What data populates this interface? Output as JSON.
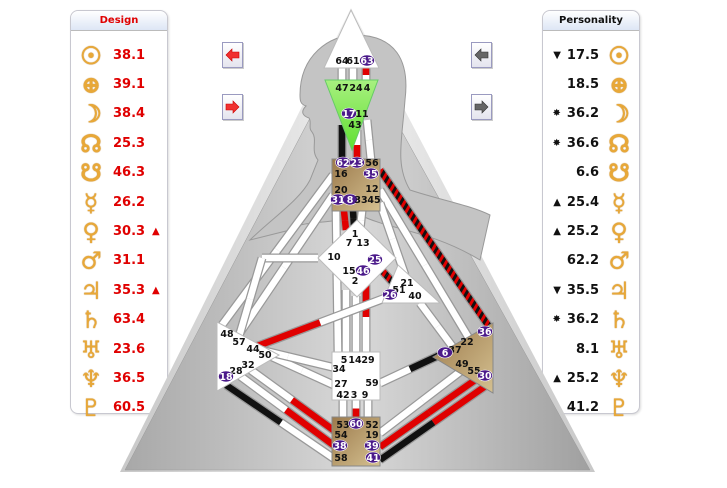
{
  "design": {
    "title": "Design",
    "rows": [
      {
        "planet": "sun",
        "symbol": "☉",
        "value": "38.1",
        "mark": ""
      },
      {
        "planet": "earth",
        "symbol": "⊕",
        "value": "39.1",
        "mark": ""
      },
      {
        "planet": "moon",
        "symbol": "☽",
        "value": "38.4",
        "mark": ""
      },
      {
        "planet": "north-node",
        "symbol": "☊",
        "value": "25.3",
        "mark": ""
      },
      {
        "planet": "south-node",
        "symbol": "☋",
        "value": "46.3",
        "mark": ""
      },
      {
        "planet": "mercury",
        "symbol": "☿",
        "value": "26.2",
        "mark": ""
      },
      {
        "planet": "venus",
        "symbol": "♀",
        "value": "30.3",
        "mark": "▲"
      },
      {
        "planet": "mars",
        "symbol": "♂",
        "value": "31.1",
        "mark": ""
      },
      {
        "planet": "jupiter",
        "symbol": "♃",
        "value": "35.3",
        "mark": "▲"
      },
      {
        "planet": "saturn",
        "symbol": "♄",
        "value": "63.4",
        "mark": ""
      },
      {
        "planet": "uranus",
        "symbol": "♅",
        "value": "23.6",
        "mark": ""
      },
      {
        "planet": "neptune",
        "symbol": "♆",
        "value": "36.5",
        "mark": ""
      },
      {
        "planet": "pluto",
        "symbol": "♇",
        "value": "60.5",
        "mark": ""
      }
    ]
  },
  "personality": {
    "title": "Personality",
    "rows": [
      {
        "planet": "sun",
        "symbol": "☉",
        "value": "17.5",
        "mark": "▼"
      },
      {
        "planet": "earth",
        "symbol": "⊕",
        "value": "18.5",
        "mark": ""
      },
      {
        "planet": "moon",
        "symbol": "☽",
        "value": "36.2",
        "mark": "✸"
      },
      {
        "planet": "north-node",
        "symbol": "☊",
        "value": "36.6",
        "mark": "✸"
      },
      {
        "planet": "south-node",
        "symbol": "☋",
        "value": "6.6",
        "mark": ""
      },
      {
        "planet": "mercury",
        "symbol": "☿",
        "value": "25.4",
        "mark": "▲"
      },
      {
        "planet": "venus",
        "symbol": "♀",
        "value": "25.2",
        "mark": "▲"
      },
      {
        "planet": "mars",
        "symbol": "♂",
        "value": "62.2",
        "mark": ""
      },
      {
        "planet": "jupiter",
        "symbol": "♃",
        "value": "35.5",
        "mark": "▼"
      },
      {
        "planet": "saturn",
        "symbol": "♄",
        "value": "36.2",
        "mark": "✸"
      },
      {
        "planet": "uranus",
        "symbol": "♅",
        "value": "8.1",
        "mark": ""
      },
      {
        "planet": "neptune",
        "symbol": "♆",
        "value": "25.2",
        "mark": "▲"
      },
      {
        "planet": "pluto",
        "symbol": "♇",
        "value": "41.2",
        "mark": ""
      }
    ]
  },
  "colors": {
    "design": "#e00000",
    "personality": "#111111",
    "activated_gate": "#4b1a8a",
    "defined_center": "#b89a6a",
    "ajna": "#8ee65a"
  },
  "gates": [
    {
      "n": "64",
      "on": false
    },
    {
      "n": "61",
      "on": false
    },
    {
      "n": "63",
      "on": true
    },
    {
      "n": "47",
      "on": false
    },
    {
      "n": "24",
      "on": false
    },
    {
      "n": "4",
      "on": false
    },
    {
      "n": "17",
      "on": true
    },
    {
      "n": "11",
      "on": false
    },
    {
      "n": "43",
      "on": false
    },
    {
      "n": "62",
      "on": true
    },
    {
      "n": "23",
      "on": true
    },
    {
      "n": "56",
      "on": false
    },
    {
      "n": "16",
      "on": false
    },
    {
      "n": "35",
      "on": true
    },
    {
      "n": "20",
      "on": false
    },
    {
      "n": "12",
      "on": false
    },
    {
      "n": "31",
      "on": true
    },
    {
      "n": "8",
      "on": true
    },
    {
      "n": "33",
      "on": false
    },
    {
      "n": "45",
      "on": false
    },
    {
      "n": "1",
      "on": false
    },
    {
      "n": "7",
      "on": false
    },
    {
      "n": "13",
      "on": false
    },
    {
      "n": "10",
      "on": false
    },
    {
      "n": "25",
      "on": true
    },
    {
      "n": "15",
      "on": false
    },
    {
      "n": "46",
      "on": true
    },
    {
      "n": "2",
      "on": false
    },
    {
      "n": "21",
      "on": false
    },
    {
      "n": "51",
      "on": false
    },
    {
      "n": "26",
      "on": true
    },
    {
      "n": "40",
      "on": false
    },
    {
      "n": "48",
      "on": false
    },
    {
      "n": "57",
      "on": false
    },
    {
      "n": "44",
      "on": false
    },
    {
      "n": "50",
      "on": false
    },
    {
      "n": "32",
      "on": false
    },
    {
      "n": "28",
      "on": false
    },
    {
      "n": "18",
      "on": true
    },
    {
      "n": "5",
      "on": false
    },
    {
      "n": "14",
      "on": false
    },
    {
      "n": "29",
      "on": false
    },
    {
      "n": "34",
      "on": false
    },
    {
      "n": "27",
      "on": false
    },
    {
      "n": "59",
      "on": false
    },
    {
      "n": "42",
      "on": false
    },
    {
      "n": "3",
      "on": false
    },
    {
      "n": "9",
      "on": false
    },
    {
      "n": "36",
      "on": true
    },
    {
      "n": "22",
      "on": false
    },
    {
      "n": "37",
      "on": false
    },
    {
      "n": "6",
      "on": true
    },
    {
      "n": "49",
      "on": false
    },
    {
      "n": "55",
      "on": false
    },
    {
      "n": "30",
      "on": true
    },
    {
      "n": "53",
      "on": false
    },
    {
      "n": "60",
      "on": true
    },
    {
      "n": "52",
      "on": false
    },
    {
      "n": "54",
      "on": false
    },
    {
      "n": "19",
      "on": false
    },
    {
      "n": "38",
      "on": true
    },
    {
      "n": "39",
      "on": true
    },
    {
      "n": "58",
      "on": false
    },
    {
      "n": "41",
      "on": true
    }
  ]
}
